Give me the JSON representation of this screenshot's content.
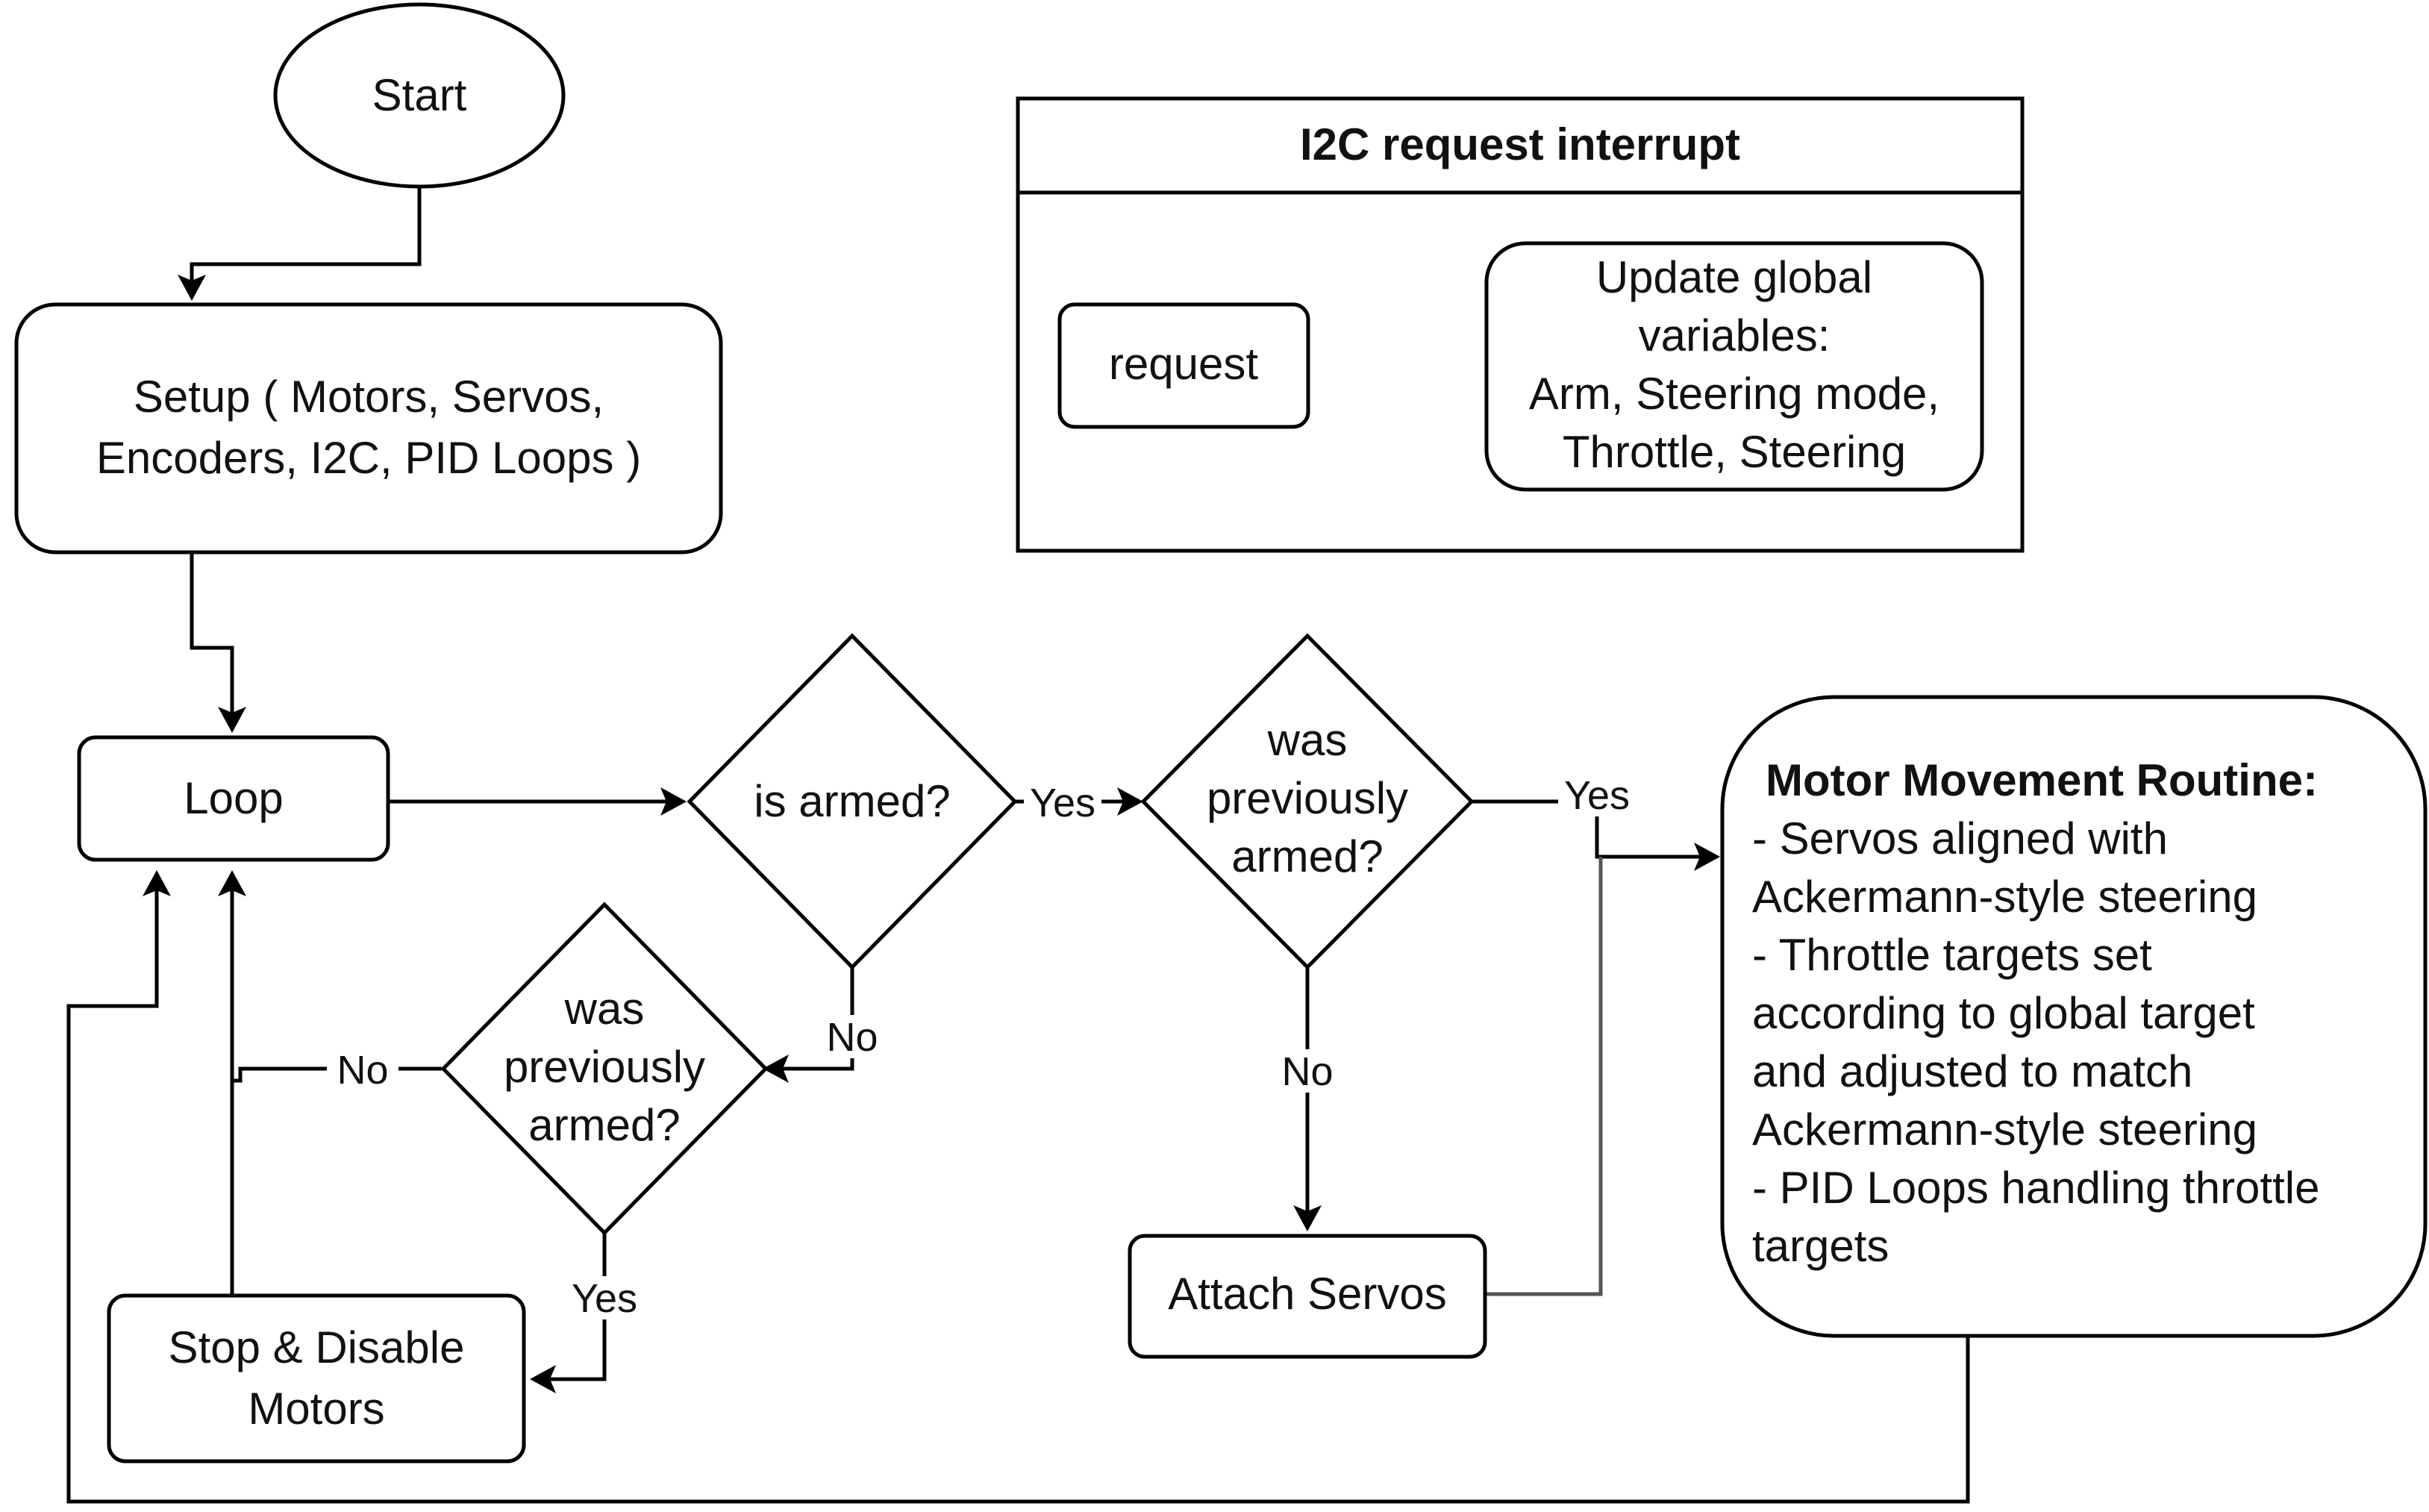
{
  "nodes": {
    "start": "Start",
    "setup": [
      "Setup ( Motors, Servos,",
      "Encoders, I2C, PID Loops )"
    ],
    "loop": "Loop",
    "is_armed": "is armed?",
    "was_prev_armed_top": [
      "was",
      "previously",
      "armed?"
    ],
    "was_prev_armed_bottom": [
      "was",
      "previously",
      "armed?"
    ],
    "stop_disable": [
      "Stop & Disable",
      "Motors"
    ],
    "attach_servos": "Attach Servos",
    "motor_routine": {
      "title": "Motor Movement Routine:",
      "lines": [
        "- Servos aligned with",
        "Ackermann-style steering",
        "- Throttle targets set",
        "according to global target",
        "and adjusted to match",
        "Ackermann-style steering",
        "- PID Loops handling throttle",
        "targets"
      ]
    }
  },
  "interrupt": {
    "title": "I2C request interrupt",
    "request": "request",
    "update": [
      "Update global",
      "variables:",
      "Arm, Steering mode,",
      "Throttle, Steering"
    ]
  },
  "edge_labels": {
    "armed_yes": "Yes",
    "armed_no": "No",
    "top_prev_yes": "Yes",
    "top_prev_no": "No",
    "bottom_prev_no": "No",
    "bottom_prev_yes": "Yes"
  }
}
